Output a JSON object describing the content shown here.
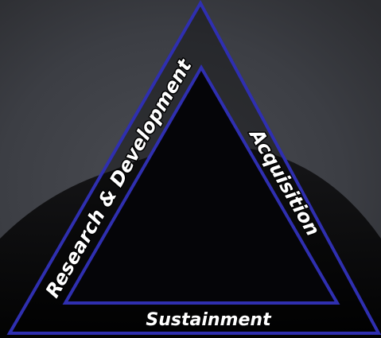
{
  "diagram": {
    "labels": {
      "left": "Research & Development",
      "right": "Acquisition",
      "bottom": "Sustainment"
    },
    "colors": {
      "background": "#3a3c41",
      "triangle_stroke": "#2f2fb0",
      "triangle_fill": "#050508",
      "label_text": "#ffffff"
    }
  }
}
